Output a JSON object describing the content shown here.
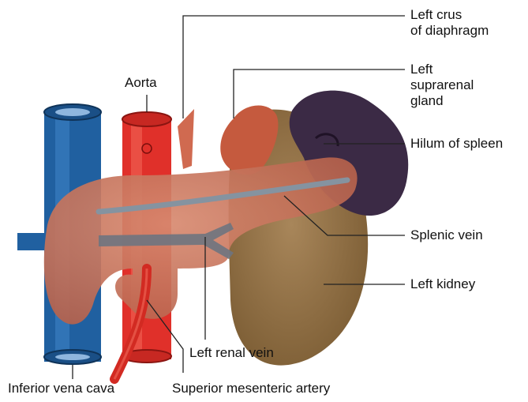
{
  "colors": {
    "background": "#ffffff",
    "ivc": "#1f5f9e",
    "aorta": "#e8342b",
    "pancreas": "#c9735a",
    "kidney": "#9c7a4a",
    "suprarenal": "#c55a3e",
    "spleen": "#3b2a45",
    "vein": "#7a8a98",
    "leader_line": "#222222"
  },
  "labels": {
    "left_crus": [
      "Left crus",
      "of diaphragm"
    ],
    "left_suprarenal": [
      "Left",
      "suprarenal",
      "gland"
    ],
    "hilum_spleen": "Hilum of spleen",
    "splenic_vein": "Splenic vein",
    "left_kidney": "Left kidney",
    "aorta": "Aorta",
    "left_renal_vein": "Left renal vein",
    "ivc": "Inferior vena cava",
    "sma": "Superior mesenteric artery"
  },
  "structures": [
    "inferior-vena-cava",
    "aorta",
    "left-crus",
    "left-suprarenal-gland",
    "spleen",
    "left-kidney",
    "pancreas",
    "splenic-vein",
    "left-renal-vein",
    "superior-mesenteric-artery"
  ]
}
